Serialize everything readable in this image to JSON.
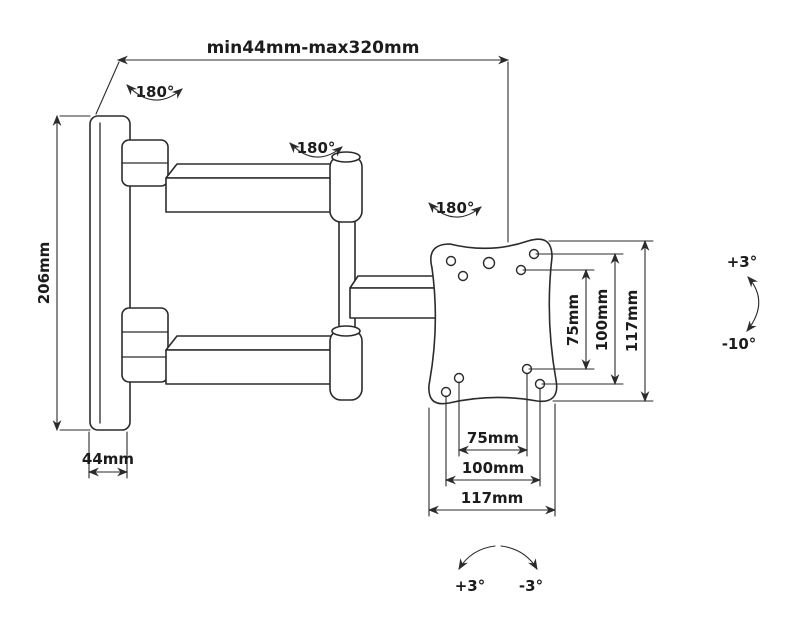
{
  "colors": {
    "ink": "#2b2b2b",
    "background": "#ffffff"
  },
  "diagram": {
    "extension_range_label": "min44mm-max320mm",
    "wall_plate_height_label": "206mm",
    "wall_plate_width_label": "44mm",
    "swivel_wall_label": "180°",
    "swivel_elbow_label": "180°",
    "swivel_head_label": "180°",
    "vesa_vertical_75_label": "75mm",
    "vesa_vertical_100_label": "100mm",
    "vesa_vertical_117_label": "117mm",
    "vesa_horizontal_75_label": "75mm",
    "vesa_horizontal_100_label": "100mm",
    "vesa_horizontal_117_label": "117mm",
    "tilt_up_label": "+3°",
    "tilt_down_label": "-10°",
    "rotation_plus_label": "+3°",
    "rotation_minus_label": "-3°"
  }
}
